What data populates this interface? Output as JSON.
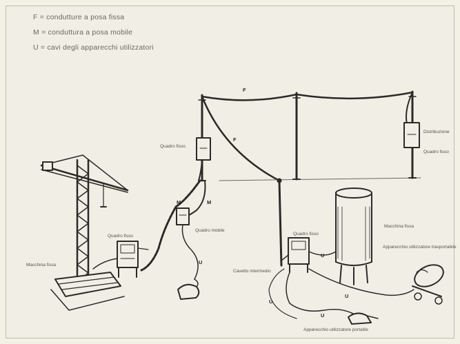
{
  "legend": {
    "fixed": "F = condutture a posa fissa",
    "mobile": "M = conduttura a posa mobile",
    "user": "U = cavi degli apparecchi utilizzatori"
  },
  "labels": {
    "fixed_panel_top": "Quadro fisso",
    "distribution_right": "Distribuzione",
    "fixed_panel_right": "Quadro fisso",
    "mobile_panel": "Quadro mobile",
    "fixed_panel_crane": "Quadro fisso",
    "fixed_machine_crane": "Macchina fissa",
    "fixed_panel_center": "Quadro fisso",
    "fixed_machine_silo": "Macchina fissa",
    "user_appliance": "Apparecchio utilizzatore trasportabile",
    "cable_connection": "Cavetto intermedio",
    "portable_appliance": "Apparecchio utilizzatore portatile"
  },
  "cable_tags": {
    "top_span": "F",
    "diagonal": "F",
    "mobile_1": "M",
    "mobile_2": "M",
    "user_1": "U",
    "user_2": "U",
    "user_3": "U",
    "user_4": "U",
    "user_5": "U"
  },
  "colors": {
    "ink": "#2b2a26",
    "paper": "#f1eee5",
    "label": "#6a6860"
  }
}
